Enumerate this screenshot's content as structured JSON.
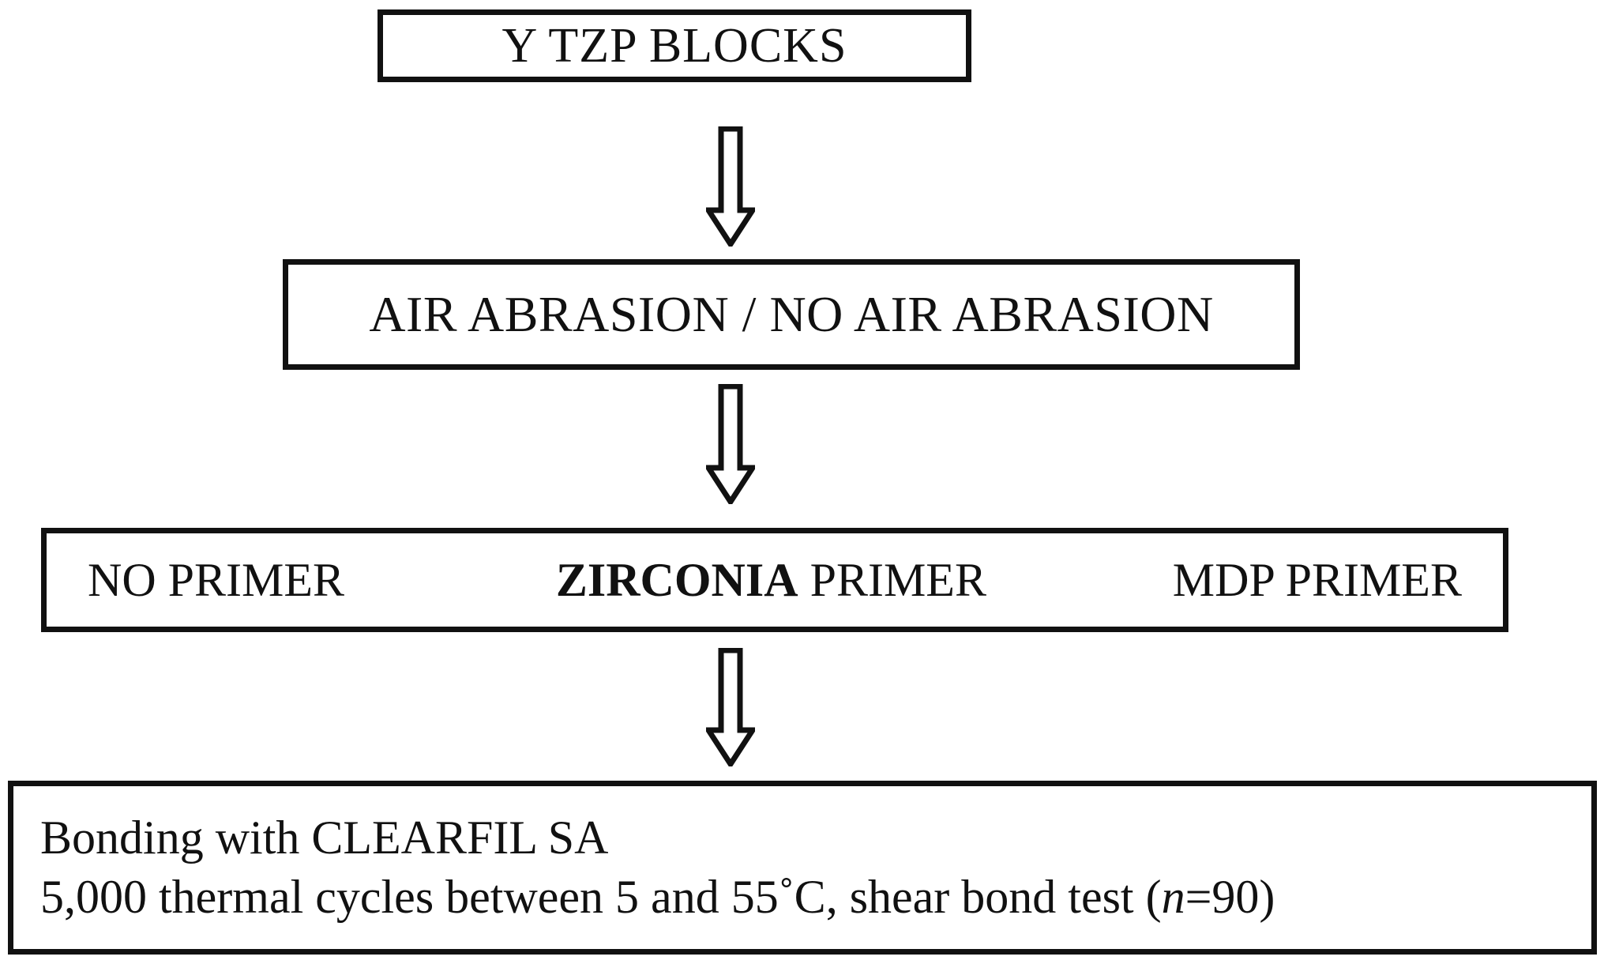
{
  "diagram": {
    "title": "Experimental flowchart for Y TZP zirconia bonding study",
    "type": "flowchart",
    "orientation": "vertical",
    "colors": {
      "stroke": "#111111",
      "fill": "#ffffff",
      "background": "#ffffff"
    },
    "nodes": [
      {
        "id": "blocks",
        "label": "Y TZP BLOCKS",
        "shape": "rectangle",
        "align": "center"
      },
      {
        "id": "abrasion",
        "label": "AIR ABRASION / NO AIR ABRASION",
        "shape": "rectangle",
        "align": "center"
      },
      {
        "id": "primers",
        "shape": "rectangle",
        "align": "row",
        "cells": [
          {
            "id": "no-primer",
            "label": "NO PRIMER",
            "emphasis": "none"
          },
          {
            "id": "zirconia-primer",
            "emphasis_word": "ZIRCONIA",
            "rest": " PRIMER",
            "label": "ZIRCONIA PRIMER"
          },
          {
            "id": "mdp-primer",
            "label": "MDP PRIMER",
            "emphasis": "none"
          }
        ]
      },
      {
        "id": "bonding",
        "shape": "rectangle",
        "align": "left",
        "lines": [
          {
            "id": "bonding-line-1",
            "text": "Bonding with CLEARFIL SA"
          },
          {
            "id": "bonding-line-2",
            "prefix": "5,000 thermal cycles between 5 and 55˚C, shear bond test (",
            "italic": "n",
            "suffix": "=90)",
            "text": "5,000 thermal cycles between 5 and 55˚C, shear bond test (n=90)"
          }
        ]
      }
    ],
    "connectors": [
      {
        "id": "arrow-blocks-to-abrasion",
        "icon": "down-block-arrow-icon",
        "from": "blocks",
        "to": "abrasion"
      },
      {
        "id": "arrow-abrasion-to-primers",
        "icon": "down-block-arrow-icon",
        "from": "abrasion",
        "to": "primers"
      },
      {
        "id": "arrow-primers-to-bonding",
        "icon": "down-block-arrow-icon",
        "from": "primers",
        "to": "bonding"
      }
    ]
  }
}
